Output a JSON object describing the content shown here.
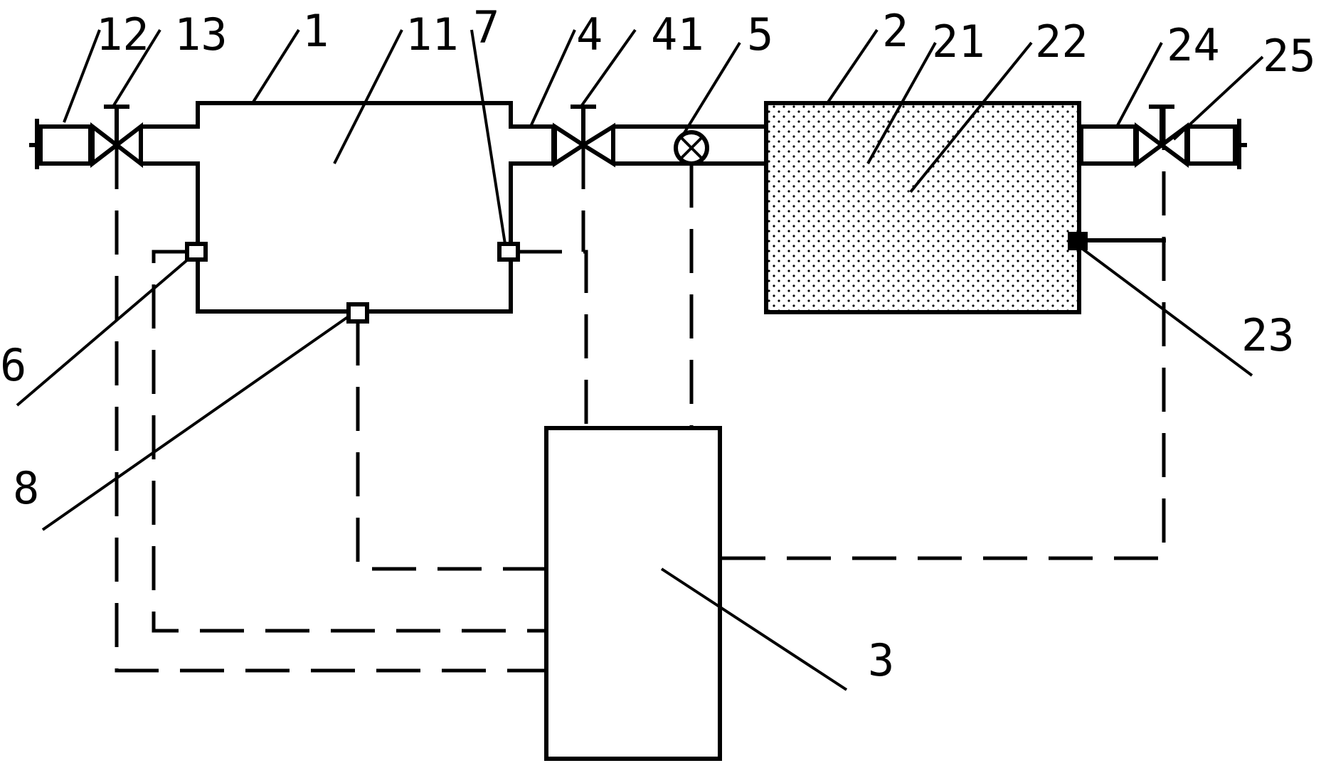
{
  "labels": {
    "l12": "12",
    "l13": "13",
    "l1": "1",
    "l11": "11",
    "l7": "7",
    "l4": "4",
    "l41": "41",
    "l5": "5",
    "l2": "2",
    "l21": "21",
    "l22": "22",
    "l24": "24",
    "l25": "25",
    "l6": "6",
    "l8": "8",
    "l23": "23",
    "l3": "3"
  },
  "icons": {
    "valve": "butterfly-valve-icon",
    "flow_meter": "circle-x-icon",
    "sensor": "square-sensor-icon"
  }
}
